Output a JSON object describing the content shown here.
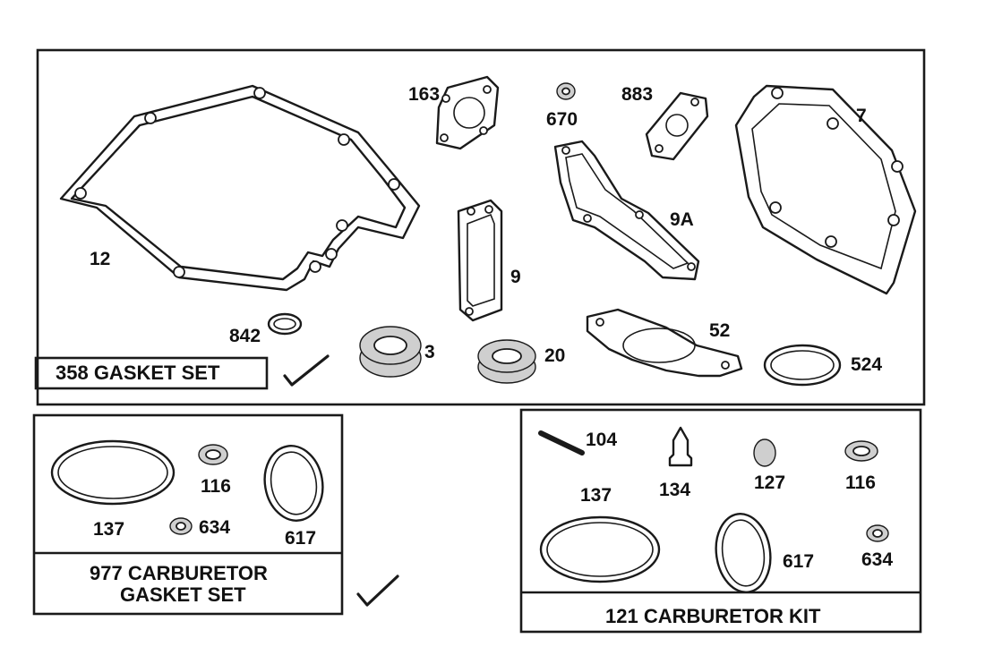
{
  "kits": {
    "gasket_set": {
      "caption": "358 GASKET SET"
    },
    "carb_gasket_set": {
      "caption_line1": "977 CARBURETOR",
      "caption_line2": "GASKET SET"
    },
    "carb_kit": {
      "caption": "121 CARBURETOR KIT"
    }
  },
  "parts": {
    "p12": "12",
    "p163": "163",
    "p670": "670",
    "p883": "883",
    "p7": "7",
    "p9": "9",
    "p9a": "9A",
    "p842": "842",
    "p3": "3",
    "p20": "20",
    "p52": "52",
    "p524": "524",
    "c137": "137",
    "c116": "116",
    "c634": "634",
    "c617": "617",
    "k104": "104",
    "k134": "134",
    "k127": "127",
    "k116": "116",
    "k137": "137",
    "k617": "617",
    "k634": "634"
  }
}
